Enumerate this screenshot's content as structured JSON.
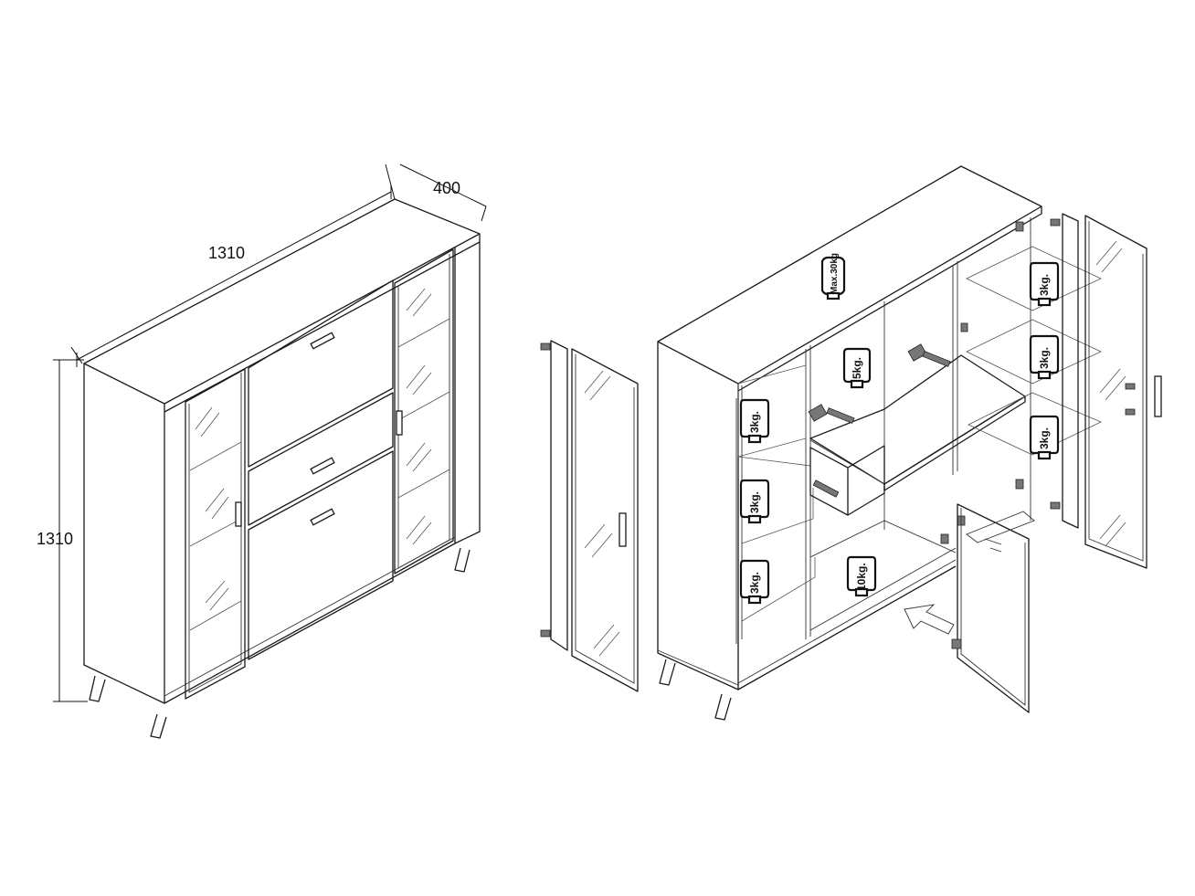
{
  "dimensions": {
    "width": "1310",
    "depth": "400",
    "height": "1310"
  },
  "load_labels": {
    "top": "Max.30kg",
    "flap": "5kg.",
    "left_shelf_1": "3kg.",
    "left_shelf_2": "3kg.",
    "left_shelf_3": "3kg.",
    "bottom": "10kg.",
    "right_shelf_1": "3kg.",
    "right_shelf_2": "3kg.",
    "right_shelf_3": "3kg."
  }
}
